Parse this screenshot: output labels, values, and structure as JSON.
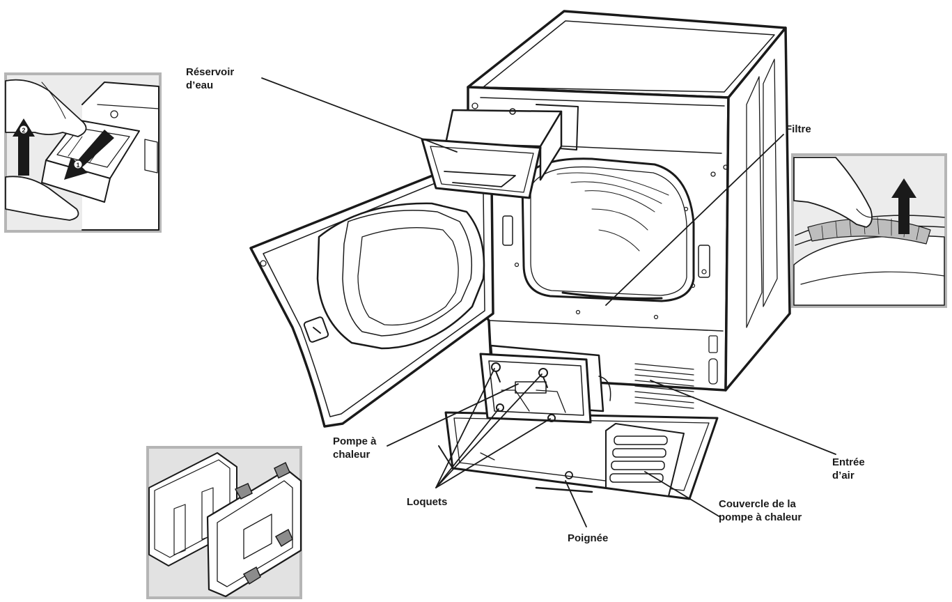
{
  "labels": {
    "reservoir": {
      "line1": "Réservoir",
      "line2": "d’eau"
    },
    "filtre": "Filtre",
    "pompe": {
      "line1": "Pompe à",
      "line2": "chaleur"
    },
    "loquets": "Loquets",
    "poignee": "Poignée",
    "entree": {
      "line1": "Entrée",
      "line2": "d’air"
    },
    "couvercle": {
      "line1": "Couvercle de la",
      "line2": "pompe à chaleur"
    }
  },
  "insets": {
    "water_tank_step_1": "1",
    "water_tank_step_2": "2"
  },
  "colors": {
    "ink": "#1a1a1a",
    "inset_border": "#b5b5b5",
    "inset_fill": "#e6e6e6",
    "leader": "#1a1a1a"
  }
}
